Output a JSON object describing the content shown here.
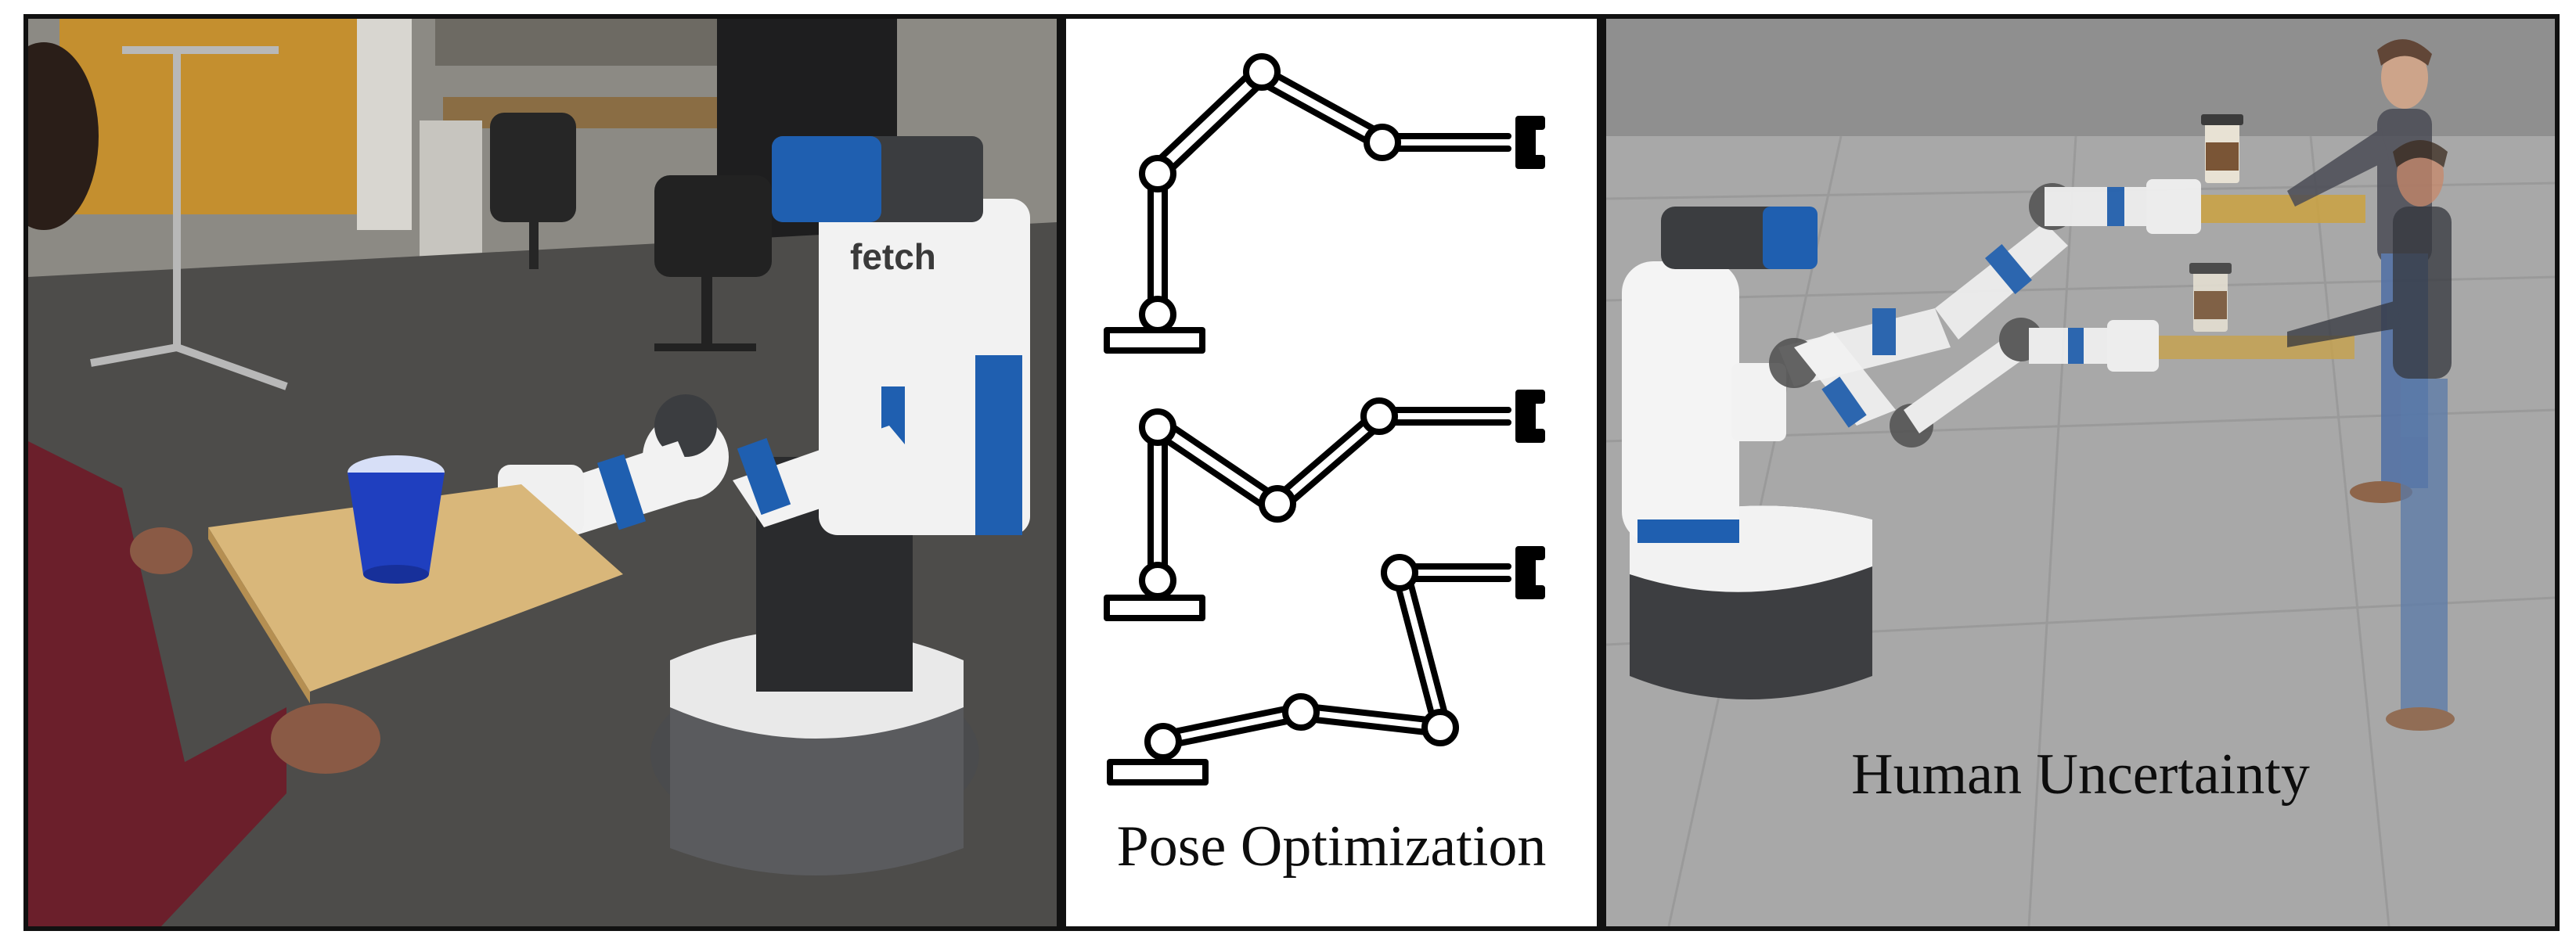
{
  "panels": {
    "left": {
      "robot_logo": "fetch"
    },
    "middle": {
      "caption": "Pose Optimization"
    },
    "right": {
      "caption": "Human Uncertainty"
    }
  },
  "colors": {
    "robot_blue": "#1f5fb0",
    "robot_white": "#f2f2f2",
    "robot_dark": "#3b3d40",
    "cup_blue": "#1f3fbf",
    "board_wood": "#d9b77a",
    "shirt_maroon": "#6b1f2b",
    "floor_sim": "#a8a8a8",
    "coffee_beam": "#c9a246"
  }
}
